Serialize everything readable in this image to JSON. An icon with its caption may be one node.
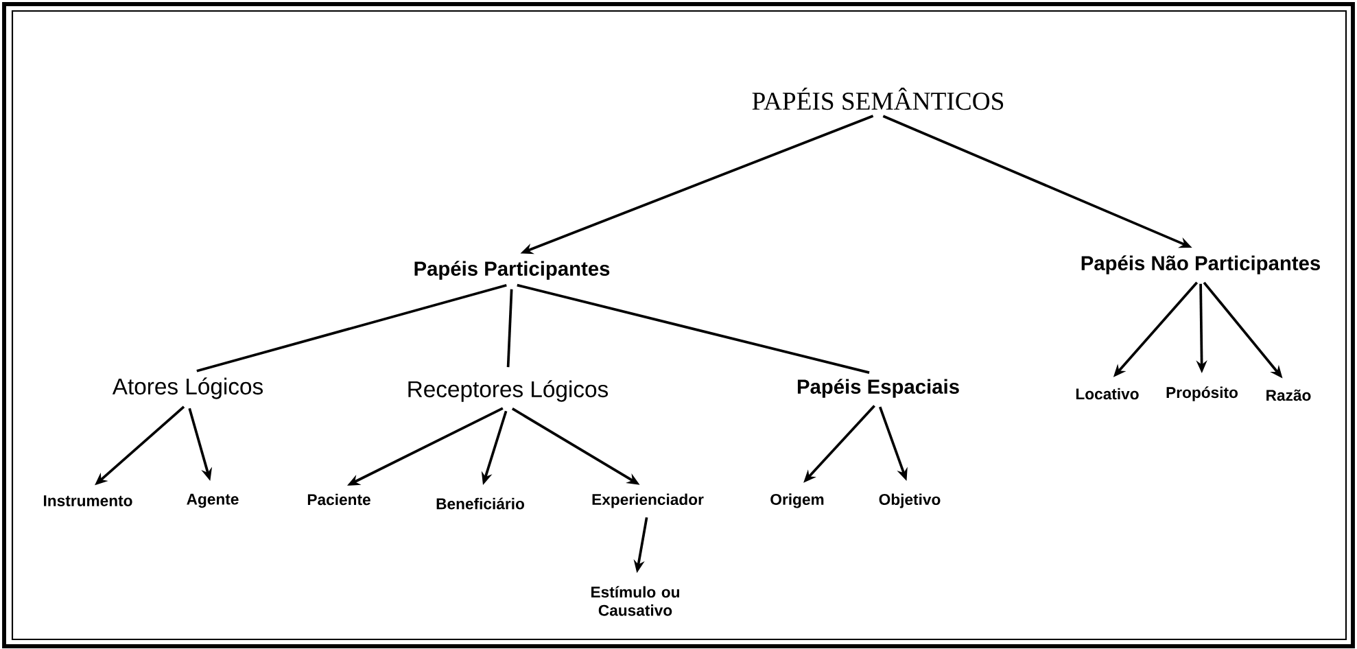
{
  "diagram": {
    "nodes": [
      {
        "text": [
          "PAPÉIS SEMÂNTICOS"
        ]
      },
      {
        "text": [
          "Papéis Participantes"
        ]
      },
      {
        "text": [
          "Papéis Não Participantes"
        ]
      },
      {
        "text": [
          "Atores Lógicos"
        ]
      },
      {
        "text": [
          "Receptores Lógicos"
        ]
      },
      {
        "text": [
          "Papéis Espaciais"
        ]
      },
      {
        "text": [
          "Instrumento"
        ]
      },
      {
        "text": [
          "Agente"
        ]
      },
      {
        "text": [
          "Paciente"
        ]
      },
      {
        "text": [
          "Beneficiário"
        ]
      },
      {
        "text": [
          "Experienciador"
        ]
      },
      {
        "text": [
          "Origem"
        ]
      },
      {
        "text": [
          "Objetivo"
        ]
      },
      {
        "text": [
          "Locativo"
        ]
      },
      {
        "text": [
          "Propósito"
        ]
      },
      {
        "text": [
          "Razão"
        ]
      },
      {
        "text": [
          "Estímulo ou Causativo"
        ]
      }
    ],
    "edges": [
      {
        "from": 0,
        "to": 1,
        "arrow": "to"
      },
      {
        "from": 0,
        "to": 2,
        "arrow": "to"
      },
      {
        "from": 1,
        "to": 3,
        "arrow": "none"
      },
      {
        "from": 1,
        "to": 4,
        "arrow": "none"
      },
      {
        "from": 1,
        "to": 5,
        "arrow": "none"
      },
      {
        "from": 3,
        "to": 6,
        "arrow": "to"
      },
      {
        "from": 3,
        "to": 7,
        "arrow": "to"
      },
      {
        "from": 4,
        "to": 8,
        "arrow": "to"
      },
      {
        "from": 4,
        "to": 9,
        "arrow": "to"
      },
      {
        "from": 4,
        "to": 10,
        "arrow": "to"
      },
      {
        "from": 5,
        "to": 11,
        "arrow": "to"
      },
      {
        "from": 5,
        "to": 12,
        "arrow": "to"
      },
      {
        "from": 2,
        "to": 13,
        "arrow": "to"
      },
      {
        "from": 2,
        "to": 14,
        "arrow": "to"
      },
      {
        "from": 2,
        "to": 15,
        "arrow": "to"
      },
      {
        "from": 10,
        "to": 16,
        "arrow": "to"
      }
    ]
  }
}
